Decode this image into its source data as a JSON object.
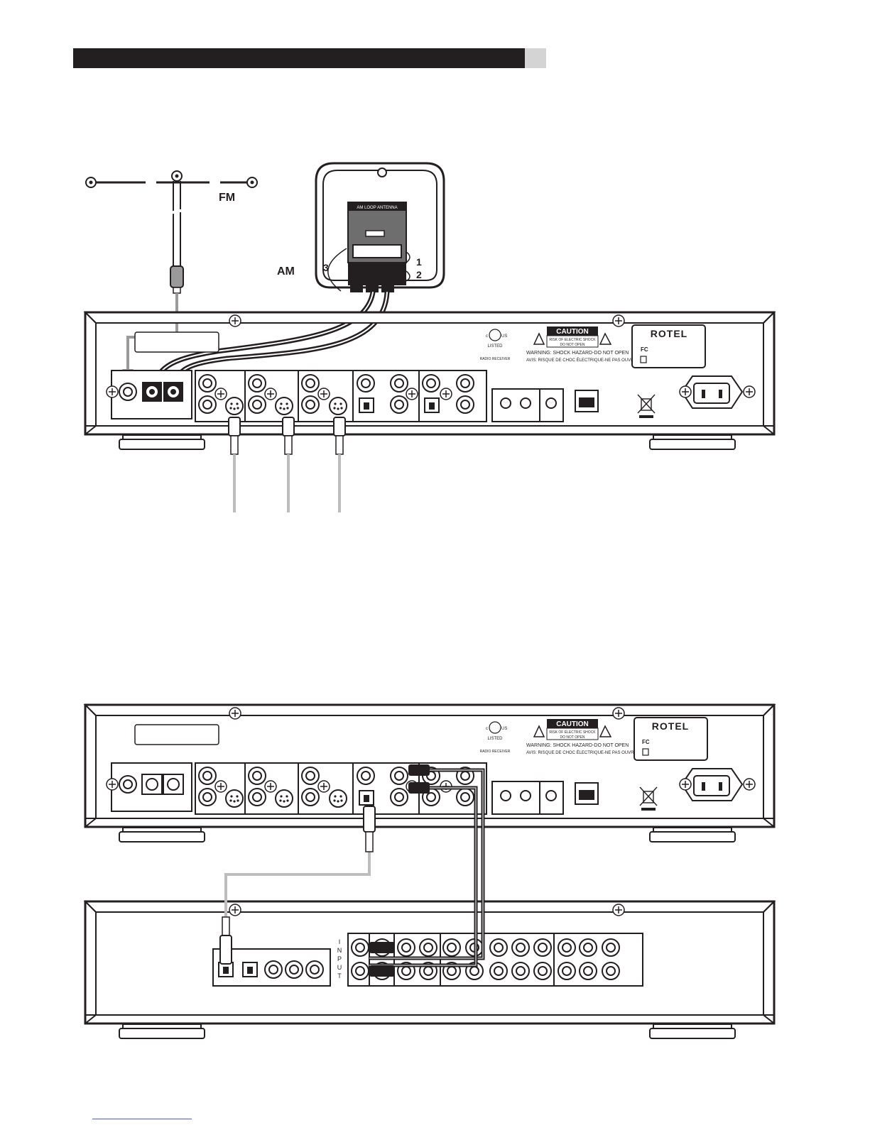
{
  "header": {
    "title": ""
  },
  "labels": {
    "fm": "FM",
    "am": "AM",
    "step1": "1",
    "step2": "2",
    "step3": "3",
    "input_vertical": [
      "I",
      "N",
      "P",
      "U",
      "T"
    ]
  },
  "am_antenna": {
    "tag": "AM LOOP ANTENNA"
  },
  "caution": {
    "heading": "CAUTION",
    "line1": "RISK OF ELECTRIC SHOCK",
    "line2": "DO NOT OPEN",
    "warning": "WARNING: SHOCK HAZARD-DO NOT OPEN",
    "avis": "AVIS: RISQUE DE CHOC ÉLECTRIQUE-NE PAS OUVRIR"
  },
  "brand": {
    "logo": "ROTEL",
    "fcc": "FC"
  },
  "ul_mark": {
    "c": "c",
    "us": "US",
    "listed": "LISTED",
    "category": "RADIO RECEIVER"
  },
  "colors": {
    "ink": "#231f20",
    "light_cable": "#bdbdbd",
    "header_tab": "#d4d4d4"
  }
}
